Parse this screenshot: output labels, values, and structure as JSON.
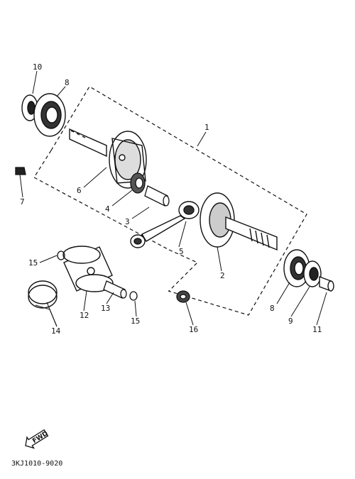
{
  "callouts": {
    "c1": "1",
    "c2": "2",
    "c3": "3",
    "c4": "4",
    "c5": "5",
    "c6": "6",
    "c7": "7",
    "c8a": "8",
    "c8b": "8",
    "c9": "9",
    "c10": "10",
    "c11": "11",
    "c12": "12",
    "c13": "13",
    "c14": "14",
    "c15a": "15",
    "c15b": "15",
    "c16": "16"
  },
  "fwd_label": "FWD",
  "doc_code": "3KJ1010-9020"
}
